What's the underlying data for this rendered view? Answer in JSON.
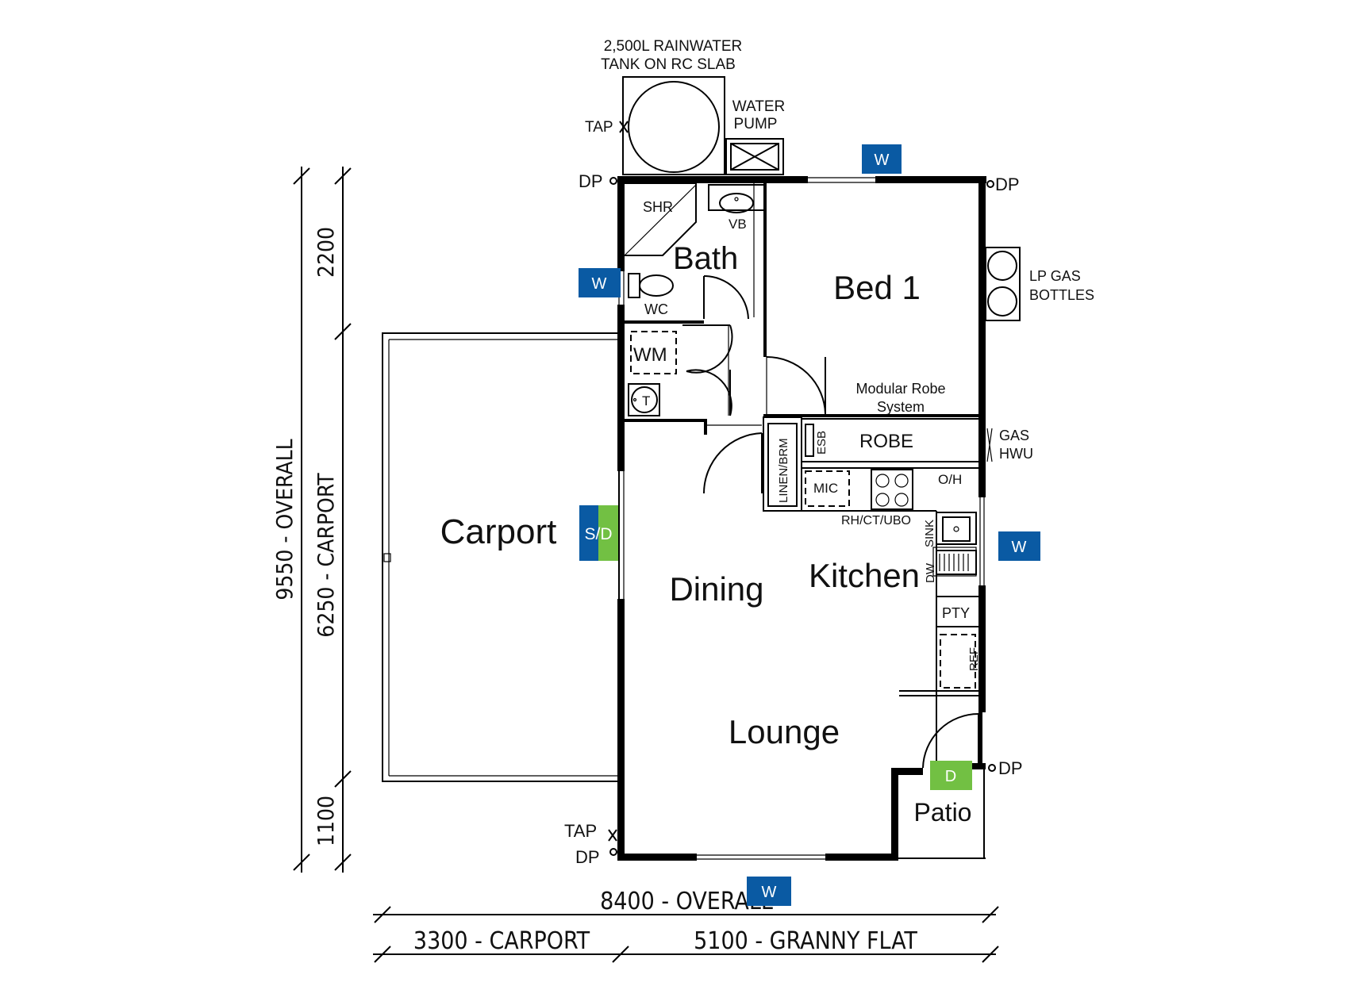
{
  "labels": {
    "tank_line1": "2,500L RAINWATER",
    "tank_line2": "TANK ON RC SLAB",
    "water_pump_line1": "WATER",
    "water_pump_line2": "PUMP",
    "tap_top": "TAP",
    "tap_bottom": "TAP",
    "dp_top_left": "DP",
    "dp_top_right": "DP",
    "dp_right": "DP",
    "dp_bottom": "DP",
    "shr": "SHR",
    "vb": "VB",
    "bath": "Bath",
    "wc": "WC",
    "wm": "WM",
    "t": "T",
    "bed1": "Bed 1",
    "lp_gas_line1": "LP GAS",
    "lp_gas_line2": "BOTTLES",
    "robe_system_line1": "Modular Robe",
    "robe_system_line2": "System",
    "robe": "ROBE",
    "esb": "ESB",
    "gas_hwu_line1": "GAS",
    "gas_hwu_line2": "HWU",
    "linen": "LINEN/BRM",
    "mic": "MIC",
    "oh": "O/H",
    "rh": "RH/CT/UBO",
    "sink": "SINK",
    "dw": "DW",
    "pty": "PTY",
    "ref": "REF",
    "carport": "Carport",
    "dining": "Dining",
    "kitchen": "Kitchen",
    "lounge": "Lounge",
    "patio": "Patio"
  },
  "badges": {
    "window": "W",
    "sliding_door": "S/D",
    "door": "D"
  },
  "dimensions": {
    "overall_height": "9550 - OVERALL",
    "carport_height": "6250 - CARPORT",
    "top_segment": "2200",
    "bottom_segment": "1100",
    "overall_width": "8400 - OVERALL",
    "carport_width": "3300 - CARPORT",
    "granny_width": "5100 - GRANNY FLAT"
  },
  "colors": {
    "window_badge": "#0a5aa3",
    "door_badge": "#72c043",
    "wall": "#000000"
  }
}
